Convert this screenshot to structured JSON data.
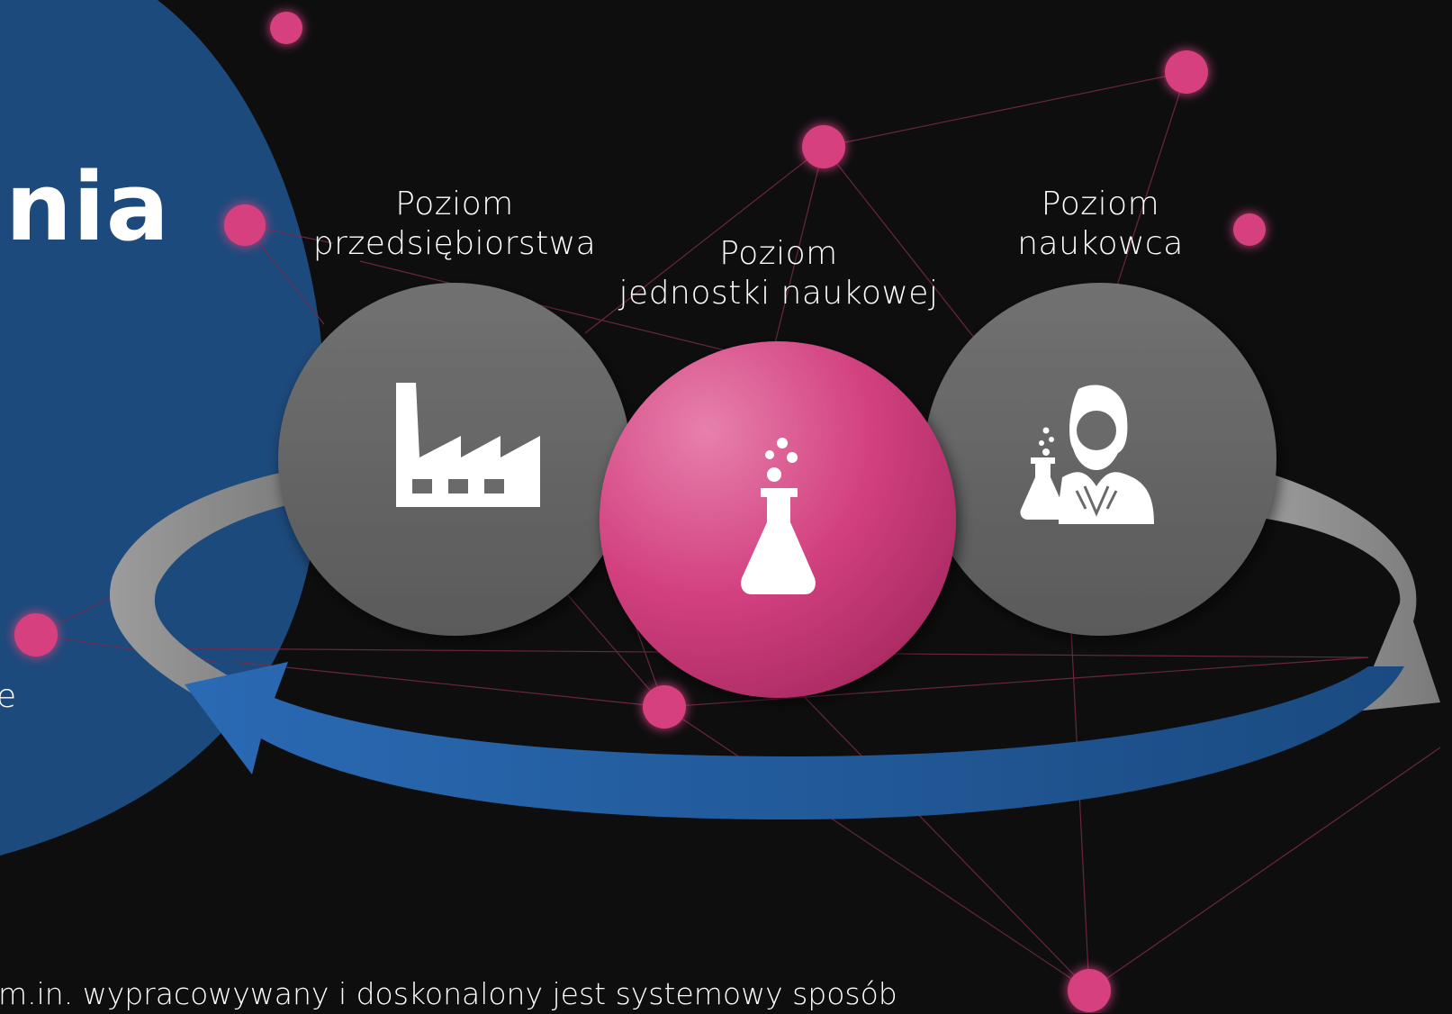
{
  "slide": {
    "title_fragment": "nia",
    "left_text_fragment": "e",
    "bottom_text": "m.in. wypracowywany i doskonalony jest systemowy sposób"
  },
  "levels": [
    {
      "line1": "Poziom",
      "line2": "przedsiębiorstwa",
      "icon": "factory-icon"
    },
    {
      "line1": "Poziom",
      "line2": "jednostki naukowej",
      "icon": "flask-icon"
    },
    {
      "line1": "Poziom",
      "line2": "naukowca",
      "icon": "scientist-icon"
    }
  ],
  "colors": {
    "background": "#0e0e0f",
    "panel_blue": "#1d4a7c",
    "accent_pink": "#d6407f",
    "circle_grey": "#6a6a6a",
    "arrow_blue": "#1f5a9e",
    "arrow_grey": "#8c8c8c"
  }
}
